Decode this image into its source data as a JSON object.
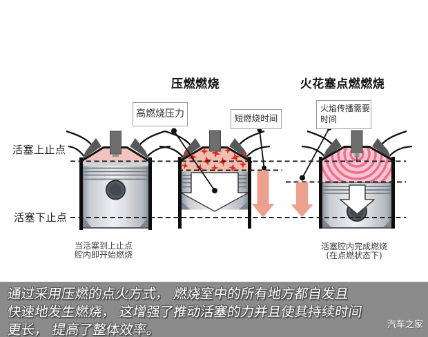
{
  "diagram": {
    "titles": {
      "compression": "压燃燃烧",
      "spark": "火花塞点燃燃烧"
    },
    "callouts": {
      "high_pressure": "高燃烧压力",
      "short_time": "短燃烧时间",
      "flame_time_line1": "火焰传播需要",
      "flame_time_line2": "时间"
    },
    "axis_labels": {
      "tdc": "活塞上止点",
      "bdc": "活塞下止点"
    },
    "captions": {
      "left_line1": "当活塞到上止点",
      "left_line2": "腔内即开始燃烧",
      "right_line1": "活塞腔内完成燃烧",
      "right_line2": "(在点燃状态下)"
    },
    "colors": {
      "chamber_left": "#f1c4bd",
      "chamber_middle": "#f2beb2",
      "chamber_right": "#f8c7cd",
      "star_red": "#e52a1a",
      "flame_arc": "#ee6d97",
      "time_arrow": "#eba18e",
      "footer_bg": "#8b8b8b"
    }
  },
  "footer": {
    "line1": "通过采用压燃的点火方式， 燃烧室中的所有地方都自发且",
    "line2": "快速地发生燃烧， 这增强了推动活塞的力并且使其持续时间",
    "line3": "更长， 提高了整体效率。",
    "watermark": "汽车之家"
  }
}
